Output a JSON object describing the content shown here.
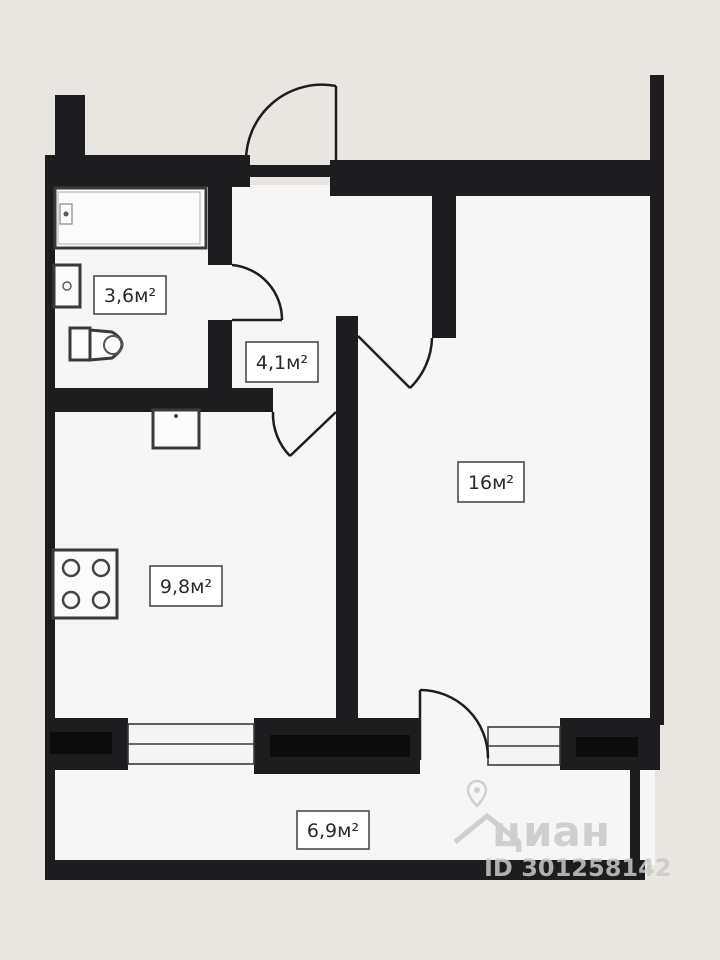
{
  "rooms": {
    "bathroom": {
      "area": "3,6м²"
    },
    "hallway": {
      "area": "4,1м²"
    },
    "living_room": {
      "area": "16м²"
    },
    "kitchen": {
      "area": "9,8м²"
    },
    "balcony": {
      "area": "6,9м²"
    }
  },
  "watermark": {
    "brand": "циан",
    "id": "ID 301258142"
  }
}
